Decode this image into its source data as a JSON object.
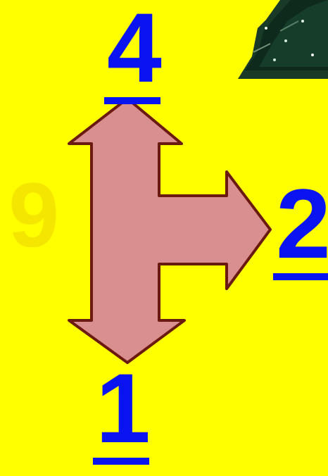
{
  "numbers": {
    "top": "4",
    "right": "2",
    "bottom": "1",
    "faded_left": "9"
  },
  "colors": {
    "background": "#FFFF00",
    "number_blue": "#0A14F0",
    "arrow_fill": "#D98F8F",
    "arrow_stroke": "#6B1A10",
    "faded_digit": "#F5E400",
    "tree_dark": "#0E2A1C"
  },
  "icons": {
    "arrow": "three-way-arrow-icon",
    "tree": "christmas-tree-image"
  }
}
